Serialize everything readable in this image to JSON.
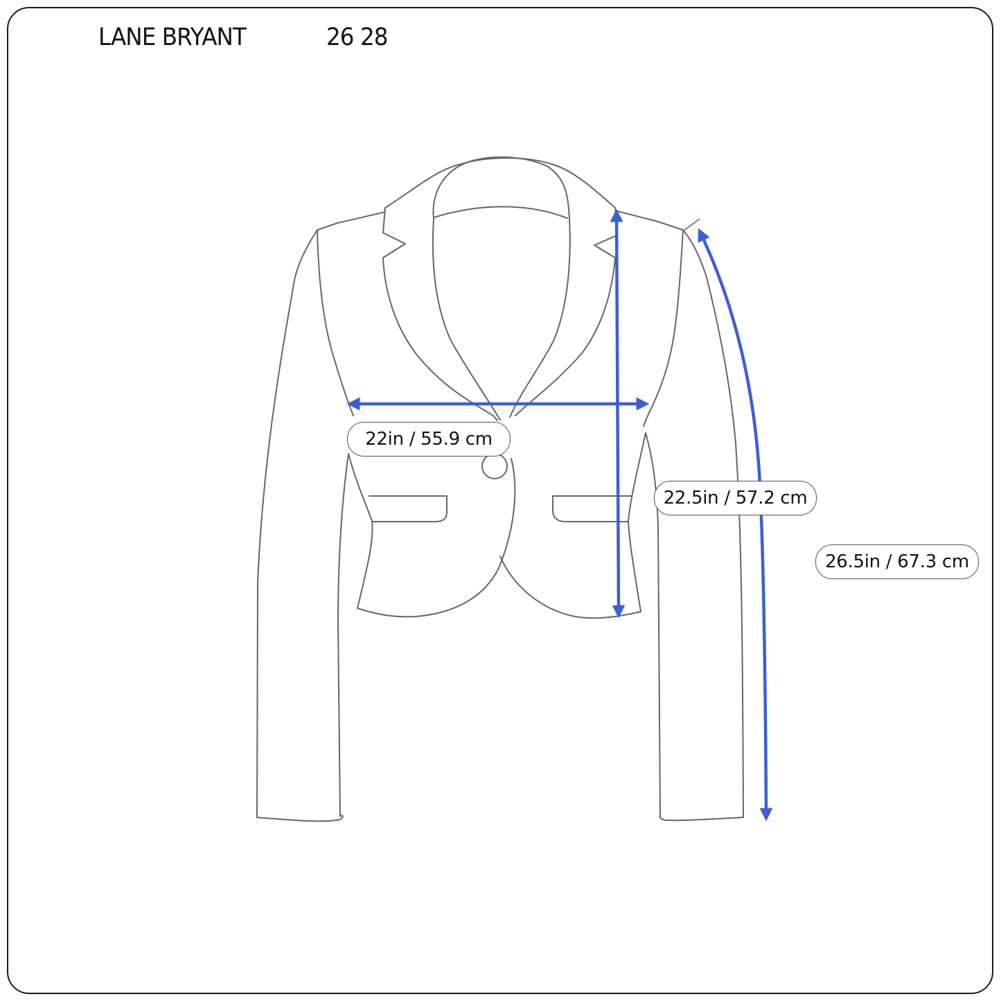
{
  "header": {
    "brand": "LANE BRYANT",
    "size": "26 28"
  },
  "measurements": {
    "chest": {
      "label": "22in / 55.9 cm",
      "inches": 22,
      "cm": 55.9
    },
    "length": {
      "label": "22.5in / 57.2 cm",
      "inches": 22.5,
      "cm": 57.2
    },
    "sleeve": {
      "label": "26.5in / 67.3 cm",
      "inches": 26.5,
      "cm": 67.3
    }
  },
  "garment": {
    "type": "cropped blazer",
    "icon": "jacket-outline-icon"
  },
  "colors": {
    "arrow": "#3b5fd4",
    "outline": "#666666",
    "frame": "#1a1a1a",
    "text": "#111111"
  }
}
